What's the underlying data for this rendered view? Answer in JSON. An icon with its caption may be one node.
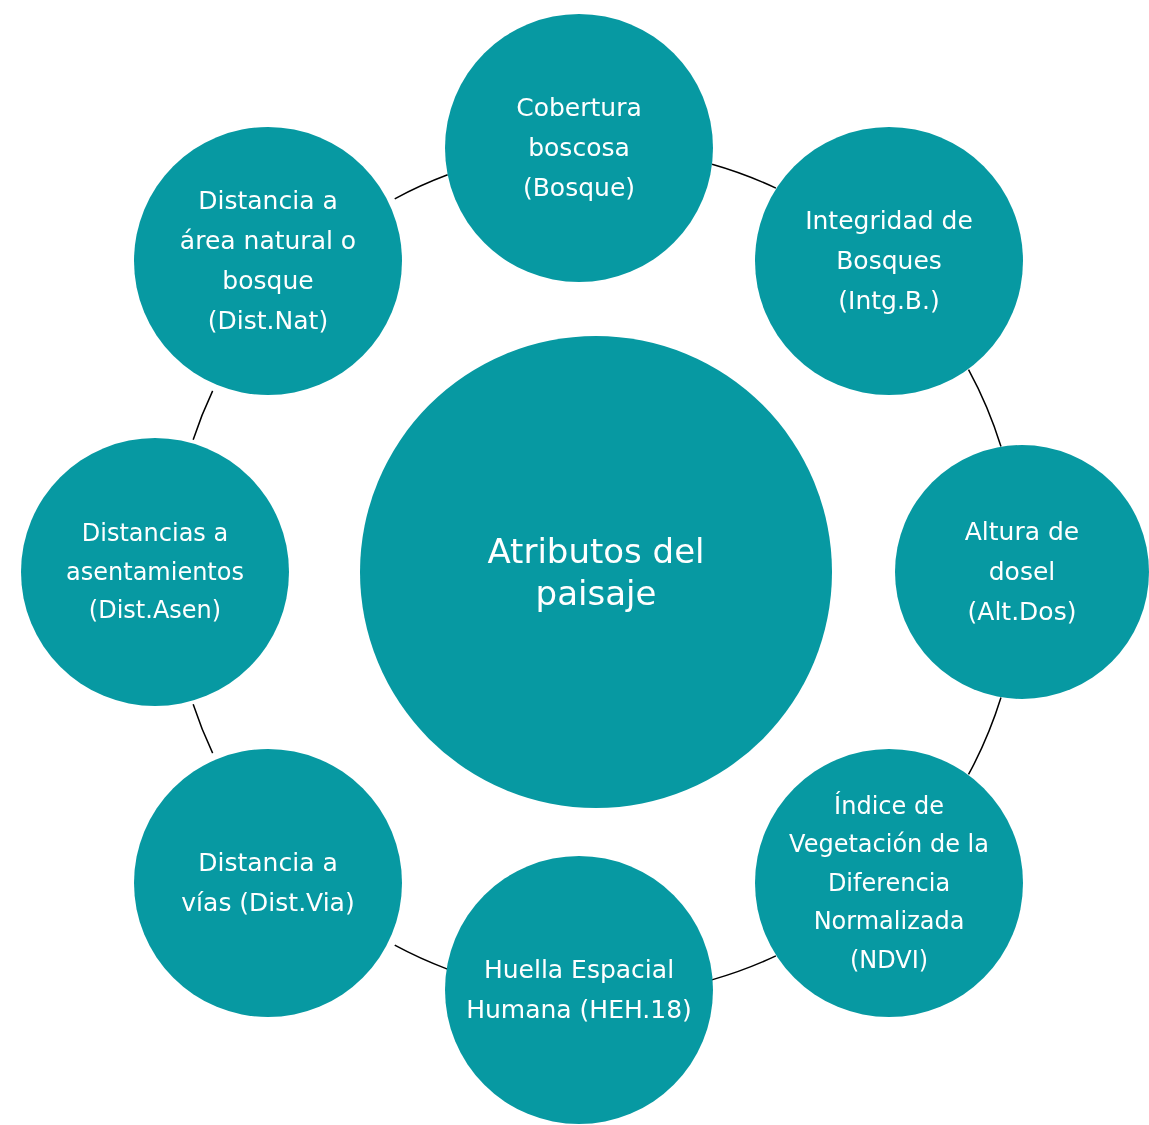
{
  "diagram": {
    "nodes": [
      {
        "text": [
          "Atributos del paisaje"
        ]
      },
      {
        "text": [
          "Cobertura boscosa (Bosque)"
        ]
      },
      {
        "text": [
          "Integridad de Bosques (Intg.B.)"
        ]
      },
      {
        "text": [
          "Altura de dosel (Alt.Dos)"
        ]
      },
      {
        "text": [
          "Índice de Vegetación de la Diferencia Normalizada (NDVI)"
        ]
      },
      {
        "text": [
          "Huella Espacial Humana (HEH.18)"
        ]
      },
      {
        "text": [
          "Distancia a vías (Dist.Via)"
        ]
      },
      {
        "text": [
          "Distancias a asentamientos (Dist.Asen)"
        ]
      },
      {
        "text": [
          "Distancia a área natural o bosque (Dist.Nat)"
        ]
      }
    ],
    "edges": [
      {
        "from": 1,
        "to": 2,
        "arrow": "none"
      },
      {
        "from": 2,
        "to": 3,
        "arrow": "none"
      },
      {
        "from": 3,
        "to": 4,
        "arrow": "none"
      },
      {
        "from": 4,
        "to": 5,
        "arrow": "none"
      },
      {
        "from": 5,
        "to": 6,
        "arrow": "none"
      },
      {
        "from": 6,
        "to": 7,
        "arrow": "none"
      },
      {
        "from": 7,
        "to": 8,
        "arrow": "none"
      },
      {
        "from": 8,
        "to": 1,
        "arrow": "none"
      }
    ]
  }
}
